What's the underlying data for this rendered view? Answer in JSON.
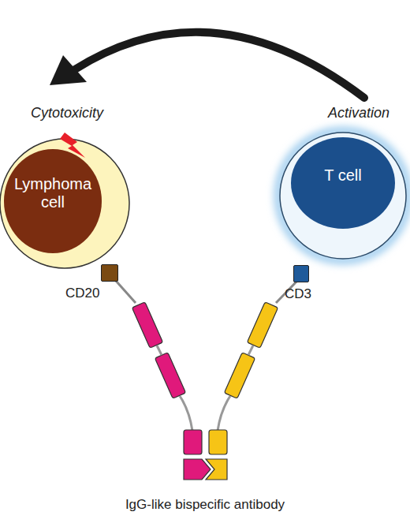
{
  "diagram": {
    "caption": "IgG-like bispecific antibody",
    "nodes": [
      {
        "text": [
          "Lymphoma cell"
        ]
      },
      {
        "text": [
          "T cell"
        ]
      },
      {
        "text": [
          "CD20"
        ]
      },
      {
        "text": [
          "CD3"
        ]
      }
    ],
    "labels": [
      "Cytotoxicity",
      "Activation"
    ]
  }
}
